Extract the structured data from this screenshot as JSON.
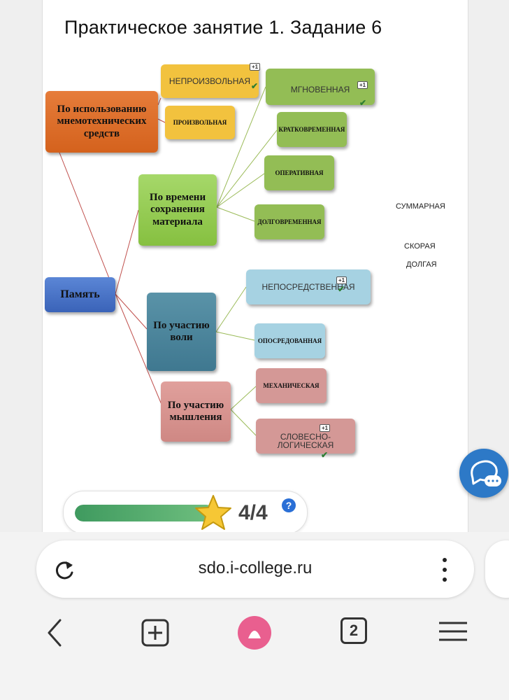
{
  "title": "Практическое занятие 1. Задание 6",
  "plus_badge": "+1",
  "check_mark": "✔",
  "mindmap": {
    "root": "Память",
    "categories": {
      "mnemo": "По использованию мнемотехнических средств",
      "time": "По времени сохранения материала",
      "will": "По участию воли",
      "thinking": "По участию мышления"
    },
    "answers": {
      "involuntary": "НЕПРОИЗВОЛЬНАЯ",
      "voluntary": "ПРОИЗВОЛЬНАЯ",
      "instant": "МГНОВЕННАЯ",
      "short_term": "КРАТКОВРЕМЕННАЯ",
      "operative": "ОПЕРАТИВНАЯ",
      "long_term": "ДОЛГОВРЕМЕННАЯ",
      "direct": "НЕПОСРЕДСТВЕННАЯ",
      "mediated": "ОПОСРЕДОВАННАЯ",
      "mechanical": "МЕХАНИЧЕСКАЯ",
      "verbal_logical": "СЛОВЕСНО-ЛОГИЧЕСКАЯ"
    }
  },
  "options": [
    "СУММАРНАЯ",
    "СКОРАЯ",
    "ДОЛГАЯ"
  ],
  "progress": {
    "score": "4/4",
    "fraction": 1.0
  },
  "help_label": "?",
  "browser": {
    "url": "sdo.i-college.ru",
    "tab_count": "2"
  },
  "icons": [
    "reload-icon",
    "more-vert-icon",
    "back-icon",
    "new-tab-icon",
    "alice-icon",
    "tabs-icon",
    "menu-icon",
    "chat-icon",
    "star-icon"
  ]
}
